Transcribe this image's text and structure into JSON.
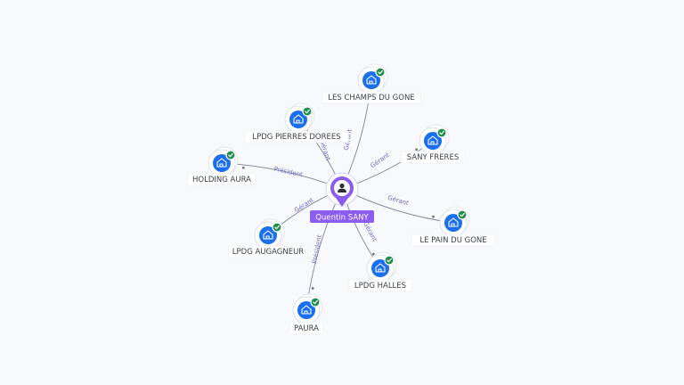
{
  "center": {
    "name": "Quentin SANY",
    "icon": "person-icon"
  },
  "companies": [
    {
      "id": "les-champs-du-gone",
      "name": "LES CHAMPS DU GONE",
      "relation": "Gérant",
      "verified": true
    },
    {
      "id": "lpdg-pierres-dorees",
      "name": "LPDG PIERRES DOREES",
      "relation": "Gérant",
      "verified": true
    },
    {
      "id": "sany-freres",
      "name": "SANY FRERES",
      "relation": "Gérant",
      "verified": true
    },
    {
      "id": "holding-aura",
      "name": "HOLDING AURA",
      "relation": "Président",
      "verified": true
    },
    {
      "id": "le-pain-du-gone",
      "name": "LE PAIN DU GONE",
      "relation": "Gérant",
      "verified": true
    },
    {
      "id": "lpdg-augagneur",
      "name": "LPDG AUGAGNEUR",
      "relation": "Gérant",
      "verified": true
    },
    {
      "id": "lpdg-halles",
      "name": "LPDG HALLES",
      "relation": "Gérant",
      "verified": true
    },
    {
      "id": "paura",
      "name": "PAURA",
      "relation": "Président",
      "verified": true
    }
  ],
  "colors": {
    "accent": "#8a5cf0",
    "company_icon": "#1a6ef0",
    "verified_badge": "#1e8f4a",
    "edge_label": "#6f6fc0"
  }
}
